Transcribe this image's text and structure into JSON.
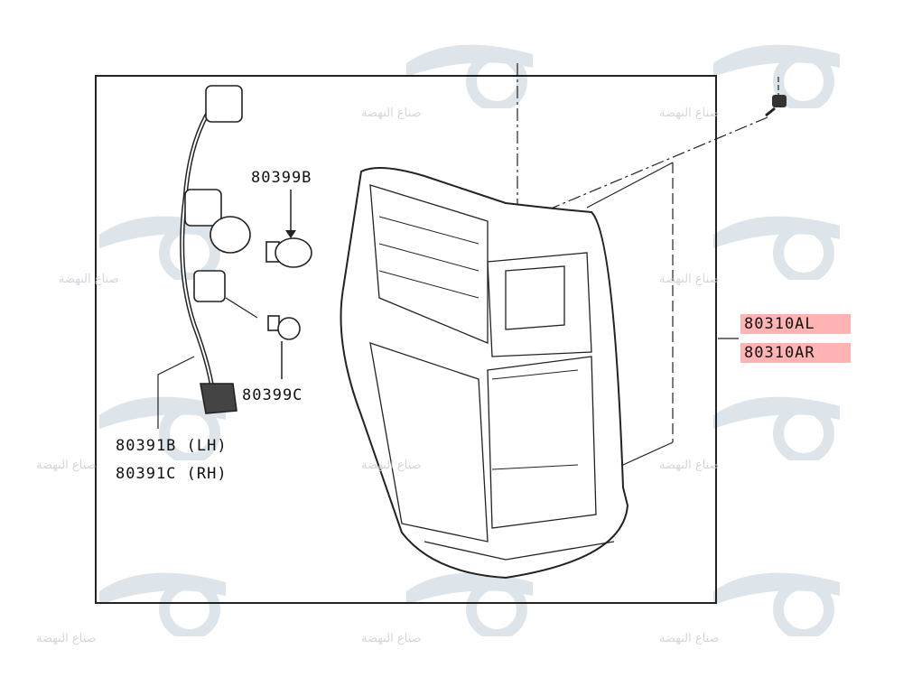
{
  "watermark": {
    "text": "صناع النهضة"
  },
  "parts": {
    "bulb_large": "80399B",
    "bulb_small": "80399C",
    "harness_lh": "80391B (LH)",
    "harness_rh": "80391C (RH)",
    "lamp_left": "80310AL",
    "lamp_right": "80310AR"
  },
  "colors": {
    "highlight": "#ffb3b3"
  }
}
